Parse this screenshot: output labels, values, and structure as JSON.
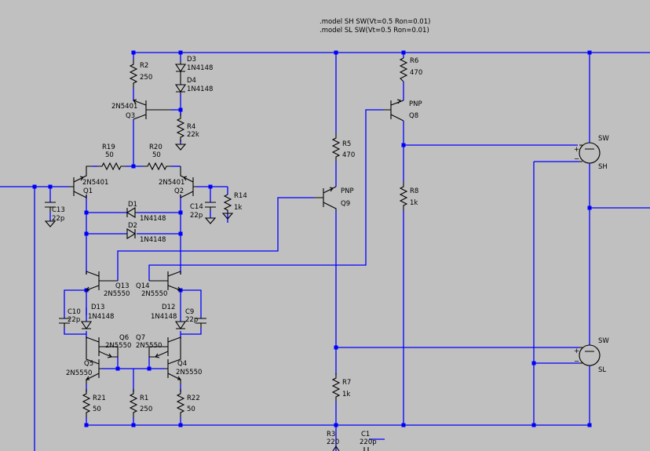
{
  "directives": {
    "model_sh": ".model SH SW(Vt=0.5 Ron=0.01)",
    "model_sl": ".model SL SW(Vt=0.5 Ron=0.01)"
  },
  "components": {
    "R2": {
      "ref": "R2",
      "value": "250"
    },
    "D3": {
      "ref": "D3",
      "value": "1N4148"
    },
    "D4": {
      "ref": "D4",
      "value": "1N4148"
    },
    "Q3": {
      "ref": "Q3",
      "value": "2N5401"
    },
    "R4": {
      "ref": "R4",
      "value": "22k"
    },
    "R19": {
      "ref": "R19",
      "value": "50"
    },
    "R20": {
      "ref": "R20",
      "value": "50"
    },
    "Q1": {
      "ref": "Q1",
      "value": "2N5401"
    },
    "Q2": {
      "ref": "Q2",
      "value": "2N5401"
    },
    "R14": {
      "ref": "R14",
      "value": "1k"
    },
    "C13": {
      "ref": "C13",
      "value": "22p"
    },
    "C14": {
      "ref": "C14",
      "value": "22p"
    },
    "D1": {
      "ref": "D1",
      "value": "1N4148"
    },
    "D2": {
      "ref": "D2",
      "value": "1N4148"
    },
    "Q13": {
      "ref": "Q13",
      "value": "2N5550"
    },
    "Q14": {
      "ref": "Q14",
      "value": "2N5550"
    },
    "D13": {
      "ref": "D13",
      "value": "1N4148"
    },
    "D12": {
      "ref": "D12",
      "value": "1N4148"
    },
    "C10": {
      "ref": "C10",
      "value": "22p"
    },
    "C9": {
      "ref": "C9",
      "value": "22p"
    },
    "Q6": {
      "ref": "Q6",
      "value": "2N5550"
    },
    "Q7": {
      "ref": "Q7",
      "value": "2N5550"
    },
    "Q5": {
      "ref": "Q5",
      "value": "2N5550"
    },
    "Q4": {
      "ref": "Q4",
      "value": "2N5550"
    },
    "R21": {
      "ref": "R21",
      "value": "50"
    },
    "R1": {
      "ref": "R1",
      "value": "250"
    },
    "R22": {
      "ref": "R22",
      "value": "50"
    },
    "R5": {
      "ref": "R5",
      "value": "470"
    },
    "Q9": {
      "ref": "Q9",
      "value": "PNP"
    },
    "R7": {
      "ref": "R7",
      "value": "1k"
    },
    "R3": {
      "ref": "R3",
      "value": "220"
    },
    "C1": {
      "ref": "C1",
      "value": "220p"
    },
    "R6": {
      "ref": "R6",
      "value": "470"
    },
    "Q8": {
      "ref": "Q8",
      "value": "PNP"
    },
    "R8": {
      "ref": "R8",
      "value": "1k"
    },
    "SH": {
      "ref": "SH",
      "value": "SW"
    },
    "SL": {
      "ref": "SL",
      "value": "SW"
    }
  },
  "colors": {
    "background": "#c0c0c0",
    "wire": "#0000ff",
    "component": "#000000"
  }
}
